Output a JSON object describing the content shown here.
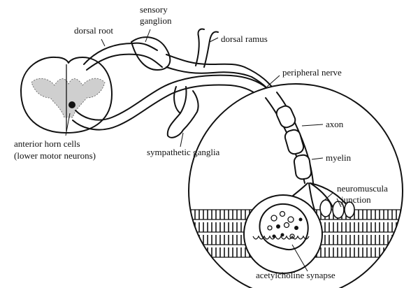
{
  "labels": {
    "dorsal_root": "dorsal root",
    "sensory_ganglion_line1": "sensory",
    "sensory_ganglion_line2": "ganglion",
    "dorsal_ramus": "dorsal ramus",
    "peripheral_nerve": "peripheral nerve",
    "axon": "axon",
    "myelin": "myelin",
    "anterior_horn_line1": "anterior horn cells",
    "anterior_horn_line2": "(lower motor neurons)",
    "sympathetic_ganglia": "sympathetic ganglia",
    "neuromuscular_line1": "neuromuscula",
    "neuromuscular_line2": "junction",
    "acetylcholine_synapse": "acetylcholine synapse"
  }
}
